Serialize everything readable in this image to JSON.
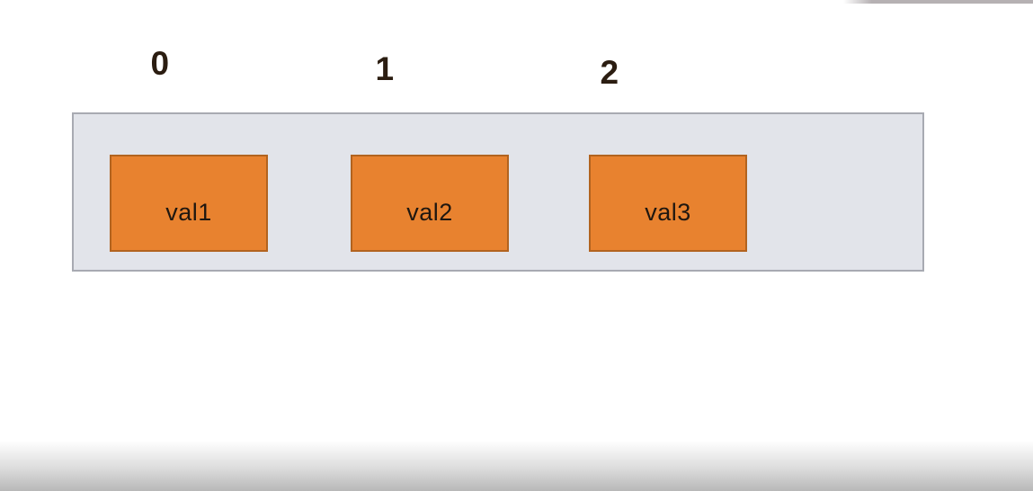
{
  "diagram": {
    "description": "Array diagram with index labels above a container of value cells",
    "indices": [
      {
        "label": "0"
      },
      {
        "label": "1"
      },
      {
        "label": "2"
      }
    ],
    "cells": [
      {
        "value": "val1"
      },
      {
        "value": "val2"
      },
      {
        "value": "val3"
      }
    ],
    "colors": {
      "cell_fill": "#e8822f",
      "cell_border": "#b2631f",
      "container_fill": "#e2e4ea",
      "container_border": "#a8aab2",
      "label_text": "#2b1d11",
      "cell_text": "#1f1710",
      "bottom_gradient_end": "#b8b8b8",
      "top_line": "#b6b1b3"
    }
  }
}
